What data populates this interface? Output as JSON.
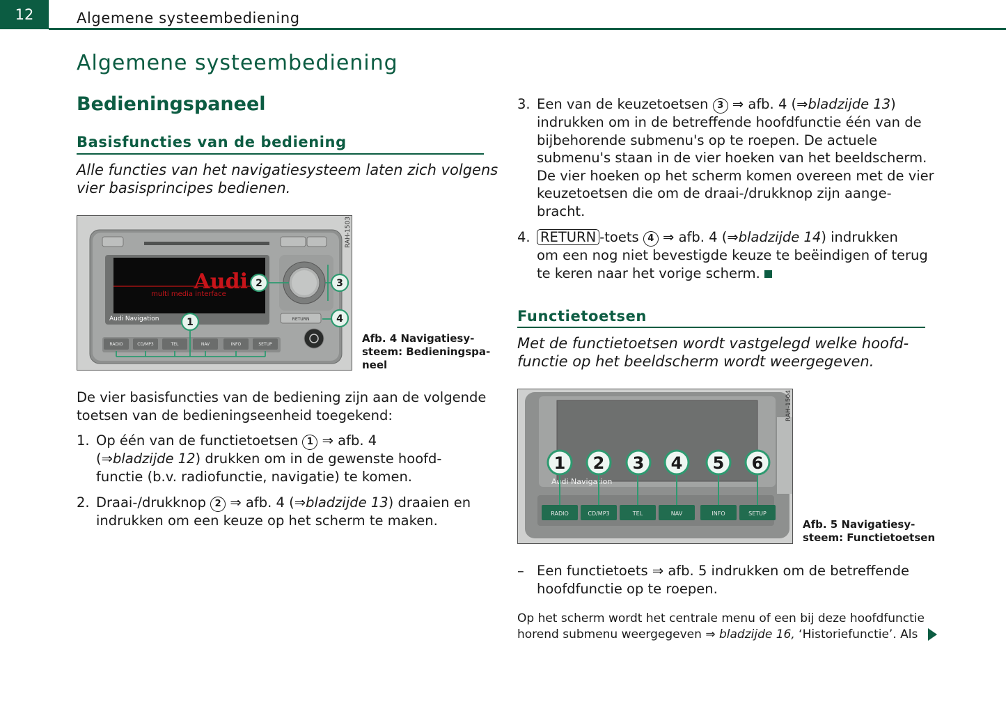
{
  "header": {
    "page_number": "12",
    "running_title": "Algemene systeembediening"
  },
  "title": "Algemene systeembediening",
  "section": "Bedieningspaneel",
  "left": {
    "subsection": "Basisfuncties van de bediening",
    "intro_line1": "Alle functies van het navigatiesysteem laten zich volgens",
    "intro_line2": "vier basisprincipes bedienen.",
    "fig4": {
      "code": "RAH-1503",
      "caption_l1": "Afb. 4   Navigatiesy-",
      "caption_l2": "steem: Bedieningspa-",
      "caption_l3": "neel",
      "logo": "Audi",
      "logo_sub": "multi media interface",
      "screen_label": "Audi Navigation",
      "return_label": "RETURN",
      "buttons": [
        "RADIO",
        "CD/MP3",
        "TEL",
        "NAV",
        "INFO",
        "SETUP"
      ],
      "callouts": [
        "1",
        "2",
        "3",
        "4"
      ]
    },
    "para_l1": "De vier basisfuncties van de bediening zijn aan de volgende",
    "para_l2": "toetsen van de bedieningseenheid toegekend:",
    "step1": {
      "num": "1.",
      "l1_a": "Op één van de functietoetsen",
      "circ": "1",
      "l1_b": "⇒ afb. 4",
      "l2_a": "(⇒",
      "l2_i": "bladzijde 12",
      "l2_b": ") drukken om in de gewenste hoofd-",
      "l3": "functie (b.v. radiofunctie, navigatie) te komen."
    },
    "step2": {
      "num": "2.",
      "l1_a": "Draai-/drukknop",
      "circ": "2",
      "l1_b": "⇒ afb. 4 (⇒",
      "l1_i": "bladzijde 13",
      "l1_c": ") draaien en",
      "l2": "indrukken om een keuze op het scherm te maken."
    }
  },
  "right": {
    "step3": {
      "num": "3.",
      "l1_a": "Een van de keuzetoetsen",
      "circ": "3",
      "l1_b": "⇒ afb. 4 (⇒",
      "l1_i": "bladzijde 13",
      "l1_c": ")",
      "l2": "indrukken om in de betreffende hoofdfunctie één van de",
      "l3": "bijbehorende submenu's op te roepen. De actuele",
      "l4": "submenu's staan in de vier hoeken van het beeldscherm.",
      "l5": "De vier hoeken op het scherm komen overeen met de vier",
      "l6": "keuzetoetsen die om de draai-/drukknop zijn aange-",
      "l7": "bracht."
    },
    "step4": {
      "num": "4.",
      "key": "RETURN",
      "l1_a": "-toets",
      "circ": "4",
      "l1_b": "⇒ afb. 4 (⇒",
      "l1_i": "bladzijde 14",
      "l1_c": ") indrukken",
      "l2": "om een nog niet bevestigde keuze te beëindigen of terug",
      "l3": "te keren naar het vorige scherm."
    },
    "subsection": "Functietoetsen",
    "intro_line1": "Met de functietoetsen wordt vastgelegd welke hoofd-",
    "intro_line2": "functie op het beeldscherm wordt weergegeven.",
    "fig5": {
      "code": "RAH-1504",
      "caption_l1": "Afb. 5   Navigatiesy-",
      "caption_l2": "steem: Functietoetsen",
      "screen_label": "Audi Navigation",
      "buttons": [
        "RADIO",
        "CD/MP3",
        "TEL",
        "NAV",
        "INFO",
        "SETUP"
      ],
      "callouts": [
        "1",
        "2",
        "3",
        "4",
        "5",
        "6"
      ]
    },
    "dash_item": {
      "dash": "–",
      "l1": "Een functietoets ⇒ afb. 5 indrukken om de betreffende",
      "l2": "hoofdfunctie op te roepen."
    },
    "foot_l1": "Op het scherm wordt het centrale menu of een bij deze hoofdfunctie",
    "foot_l2_a": "horend submenu weergegeven ⇒",
    "foot_l2_i": "bladzijde 16,",
    "foot_l2_b": " ‘Historiefunctie’. Als"
  }
}
